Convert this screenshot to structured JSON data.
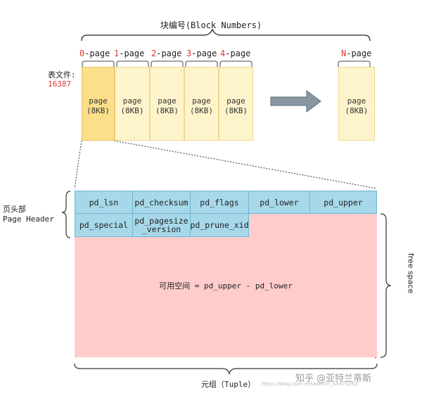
{
  "block_numbers_title": "块编号(Block Numbers)",
  "pages": [
    {
      "num": "0",
      "suffix": "-page",
      "box": "page",
      "size": "(8KB)"
    },
    {
      "num": "1",
      "suffix": "-page",
      "box": "page",
      "size": "(8KB)"
    },
    {
      "num": "2",
      "suffix": "-page",
      "box": "page",
      "size": "(8KB)"
    },
    {
      "num": "3",
      "suffix": "-page",
      "box": "page",
      "size": "(8KB)"
    },
    {
      "num": "4",
      "suffix": "-page",
      "box": "page",
      "size": "(8KB)"
    },
    {
      "num": "N",
      "suffix": "-page",
      "box": "page",
      "size": "(8KB)"
    }
  ],
  "table_file": {
    "label": "表文件:",
    "oid": "16387"
  },
  "page_header": {
    "label_cn": "页头部",
    "label_en": "Page Header",
    "row1": [
      "pd_lsn",
      "pd_checksum",
      "pd_flags",
      "pd_lower",
      "pd_upper"
    ],
    "row2": [
      "pd_special",
      "pd_pagesize",
      "_version",
      "pd_prune_xid"
    ]
  },
  "free_space": {
    "equation": "可用空间 = pd_upper - pd_lower",
    "side_label": "free space"
  },
  "tuple_label": "元组（Tuple）",
  "watermark": {
    "main": "知乎 @亚特兰蒂斯",
    "small": "https://blog.csdn.net/weixin_45470263"
  },
  "colors": {
    "page_fill": "#fdf4cc",
    "page_first_fill": "#fbdf8b",
    "header_fill": "#a6d8ea",
    "free_fill": "#ffcccc",
    "page_number": "#e0342e",
    "arrow_fill": "#8797a3"
  }
}
